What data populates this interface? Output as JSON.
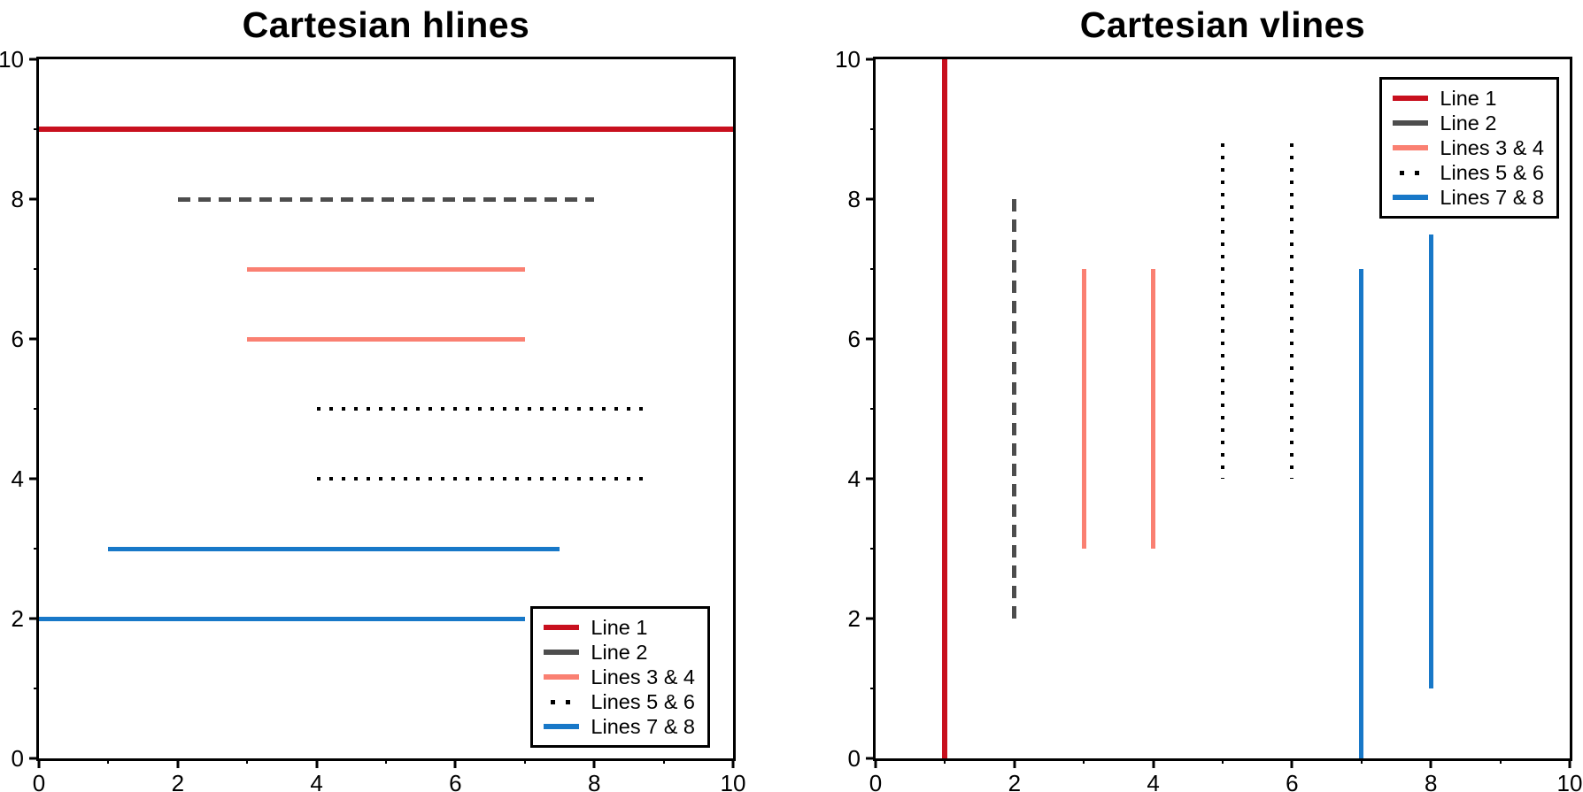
{
  "figure": {
    "background": "#ffffff",
    "axis_color": "#000000"
  },
  "chart_data": [
    {
      "type": "line",
      "variant": "hlines",
      "title": "Cartesian hlines",
      "xlabel": "",
      "ylabel": "",
      "xlim": [
        0,
        10
      ],
      "ylim": [
        0,
        10
      ],
      "xticks": [
        0,
        2,
        4,
        6,
        8,
        10
      ],
      "yticks": [
        0,
        2,
        4,
        6,
        8,
        10
      ],
      "minor_xticks": [
        1,
        3,
        5,
        7,
        9
      ],
      "minor_yticks": [
        1,
        3,
        5,
        7,
        9
      ],
      "grid": false,
      "legend": {
        "loc": "lower right",
        "entries": [
          {
            "label": "Line 1",
            "color": "#c8101e",
            "style": "solid"
          },
          {
            "label": "Line 2",
            "color": "#4d4d4d",
            "style": "dashed"
          },
          {
            "label": "Lines 3 & 4",
            "color": "#fa8072",
            "style": "solid"
          },
          {
            "label": "Lines 5 & 6",
            "color": "#000000",
            "style": "dotted"
          },
          {
            "label": "Lines 7 & 8",
            "color": "#1878c8",
            "style": "solid"
          }
        ]
      },
      "lines": [
        {
          "series": "Line 1",
          "y": 9,
          "xmin": 0,
          "xmax": 10,
          "color": "#c8101e",
          "style": "solid",
          "lw": 6
        },
        {
          "series": "Line 2",
          "y": 8,
          "xmin": 2,
          "xmax": 8,
          "color": "#4d4d4d",
          "style": "dashed",
          "lw": 5
        },
        {
          "series": "Line 3",
          "y": 7,
          "xmin": 3,
          "xmax": 7,
          "color": "#fa8072",
          "style": "solid",
          "lw": 5
        },
        {
          "series": "Line 4",
          "y": 6,
          "xmin": 3,
          "xmax": 7,
          "color": "#fa8072",
          "style": "solid",
          "lw": 5
        },
        {
          "series": "Line 5",
          "y": 5,
          "xmin": 4,
          "xmax": 8.8,
          "color": "#000000",
          "style": "dotted",
          "lw": 4
        },
        {
          "series": "Line 6",
          "y": 4,
          "xmin": 4,
          "xmax": 8.8,
          "color": "#000000",
          "style": "dotted",
          "lw": 4
        },
        {
          "series": "Line 7",
          "y": 3,
          "xmin": 1,
          "xmax": 7.5,
          "color": "#1878c8",
          "style": "solid",
          "lw": 5
        },
        {
          "series": "Line 8",
          "y": 2,
          "xmin": 0,
          "xmax": 7,
          "color": "#1878c8",
          "style": "solid",
          "lw": 5
        }
      ]
    },
    {
      "type": "line",
      "variant": "vlines",
      "title": "Cartesian vlines",
      "xlabel": "",
      "ylabel": "",
      "xlim": [
        0,
        10
      ],
      "ylim": [
        0,
        10
      ],
      "xticks": [
        0,
        2,
        4,
        6,
        8,
        10
      ],
      "yticks": [
        0,
        2,
        4,
        6,
        8,
        10
      ],
      "minor_xticks": [
        1,
        3,
        5,
        7,
        9
      ],
      "minor_yticks": [
        1,
        3,
        5,
        7,
        9
      ],
      "grid": false,
      "legend": {
        "loc": "upper right",
        "entries": [
          {
            "label": "Line 1",
            "color": "#c8101e",
            "style": "solid"
          },
          {
            "label": "Line 2",
            "color": "#4d4d4d",
            "style": "dashed"
          },
          {
            "label": "Lines 3 & 4",
            "color": "#fa8072",
            "style": "solid"
          },
          {
            "label": "Lines 5 & 6",
            "color": "#000000",
            "style": "dotted"
          },
          {
            "label": "Lines 7 & 8",
            "color": "#1878c8",
            "style": "solid"
          }
        ]
      },
      "lines": [
        {
          "series": "Line 1",
          "x": 1,
          "ymin": 0,
          "ymax": 10,
          "color": "#c8101e",
          "style": "solid",
          "lw": 6
        },
        {
          "series": "Line 2",
          "x": 2,
          "ymin": 2,
          "ymax": 8,
          "color": "#4d4d4d",
          "style": "dashed",
          "lw": 5
        },
        {
          "series": "Line 3",
          "x": 3,
          "ymin": 3,
          "ymax": 7,
          "color": "#fa8072",
          "style": "solid",
          "lw": 5
        },
        {
          "series": "Line 4",
          "x": 4,
          "ymin": 3,
          "ymax": 7,
          "color": "#fa8072",
          "style": "solid",
          "lw": 5
        },
        {
          "series": "Line 5",
          "x": 5,
          "ymin": 4,
          "ymax": 8.8,
          "color": "#000000",
          "style": "dotted",
          "lw": 4
        },
        {
          "series": "Line 6",
          "x": 6,
          "ymin": 4,
          "ymax": 8.8,
          "color": "#000000",
          "style": "dotted",
          "lw": 4
        },
        {
          "series": "Line 7",
          "x": 7,
          "ymin": 0,
          "ymax": 7,
          "color": "#1878c8",
          "style": "solid",
          "lw": 5
        },
        {
          "series": "Line 8",
          "x": 8,
          "ymin": 1,
          "ymax": 7.5,
          "color": "#1878c8",
          "style": "solid",
          "lw": 5
        }
      ]
    }
  ]
}
